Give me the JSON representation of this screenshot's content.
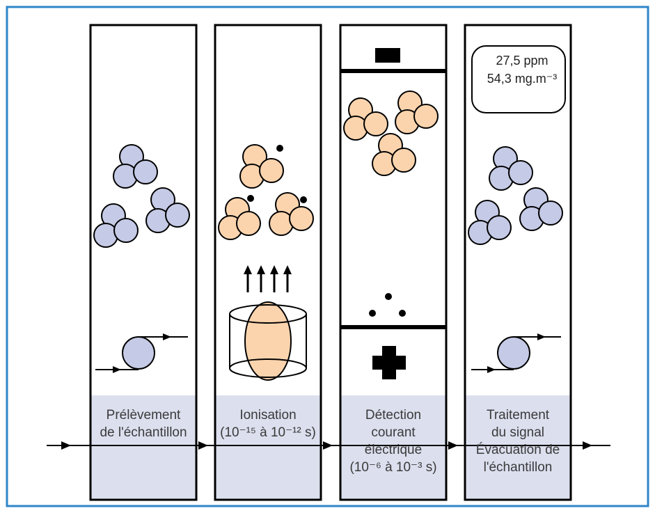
{
  "colors": {
    "frame": "#2f86c8",
    "caption_bg": "#dcdfee",
    "blue_atom": "#c5cae6",
    "orange_atom": "#fbd4ae",
    "stroke": "#000000"
  },
  "stages": [
    {
      "id": "prelevement",
      "caption": [
        "Prélèvement",
        "de l'échantillon"
      ]
    },
    {
      "id": "ionisation",
      "caption": [
        "Ionisation",
        "(10⁻¹⁵ à 10⁻¹² s)"
      ]
    },
    {
      "id": "detection",
      "caption": [
        "Détection",
        "courant",
        "électrique",
        "(10⁻⁶ à 10⁻³ s)"
      ]
    },
    {
      "id": "traitement",
      "caption": [
        "Traitement",
        "du signal",
        "Évacuation de",
        "l'échantillon"
      ]
    }
  ],
  "readout": {
    "line1": "27,5 ppm",
    "line2": "54,3 mg.m⁻³"
  },
  "icons": {
    "pump": "pump-icon",
    "uv_lamp": "uv-lamp-icon",
    "negative_electrode": "minus-icon",
    "positive_electrode": "plus-icon",
    "flow_arrow": "flow-arrow-icon"
  }
}
